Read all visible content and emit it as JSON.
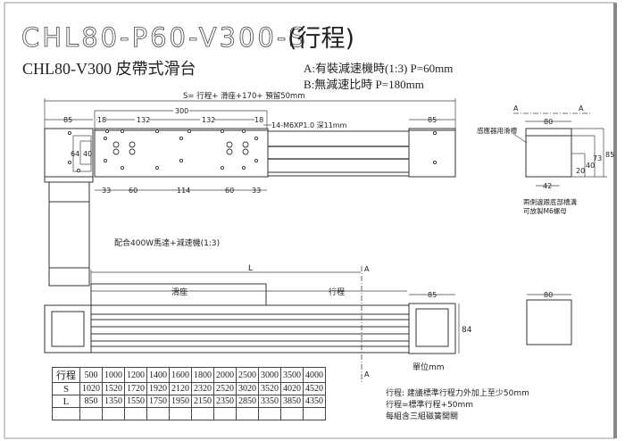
{
  "title": "CHL80-P60-V300-S",
  "title_suffix": "(行程)",
  "subtitle": "CHL80-V300 皮帶式滑台",
  "note_a": "A:有裝減速機時(1:3) P=60mm",
  "note_b": "B:無減速比時 P=180mm",
  "top_view": {
    "s_formula": "S= 行程+ 滑座+170+ 預留50mm",
    "dim_300": "300",
    "dim_85_left": "85",
    "dim_85_right": "85",
    "dim_18_left": "18",
    "dim_132_a": "132",
    "dim_132_b": "132",
    "dim_18_right": "18",
    "hole_spec": "14-M6XP1.0  深11mm",
    "dim_64": "64",
    "dim_40": "40",
    "bottom_dims": [
      "33",
      "60",
      "114",
      "60",
      "33"
    ]
  },
  "section": {
    "label_a_left": "A",
    "label_a_right": "A",
    "width": "80",
    "sensor_slot": "感應器用滑槽",
    "h85": "85",
    "h73": "73",
    "h40": "40",
    "h20": "20",
    "w42": "42",
    "note_line1": "兩側邊跟底部槽溝",
    "note_line2": "可放製M6螺母"
  },
  "side_view": {
    "motor_note": "配合400W馬達+減速機(1:3)",
    "dim_L": "L",
    "slider_label": "滑座",
    "stroke_label": "行程",
    "dim_85": "85",
    "dim_84": "84",
    "section_a_top": "A",
    "section_a_bottom": "A",
    "end_width": "80"
  },
  "table": {
    "rows": [
      {
        "label": "行程",
        "values": [
          "500",
          "1000",
          "1200",
          "1400",
          "1600",
          "1800",
          "2000",
          "2500",
          "3000",
          "3500",
          "4000"
        ]
      },
      {
        "label": "S",
        "values": [
          "1020",
          "1520",
          "1720",
          "1920",
          "2120",
          "2320",
          "2520",
          "3020",
          "3520",
          "4020",
          "4520"
        ]
      },
      {
        "label": "L",
        "values": [
          "850",
          "1350",
          "1550",
          "1750",
          "1950",
          "2150",
          "2350",
          "2850",
          "3350",
          "3850",
          "4350"
        ]
      },
      {
        "label": "",
        "values": [
          "",
          "",
          "",
          "",
          "",
          "",
          "",
          "",
          "",
          "",
          ""
        ]
      }
    ]
  },
  "unit": "單位mm",
  "notes": [
    "行程: 建議標準行程力外加上至少50mm",
    "行程=標準行程+50mm",
    "每組含三組磁簧開關"
  ]
}
